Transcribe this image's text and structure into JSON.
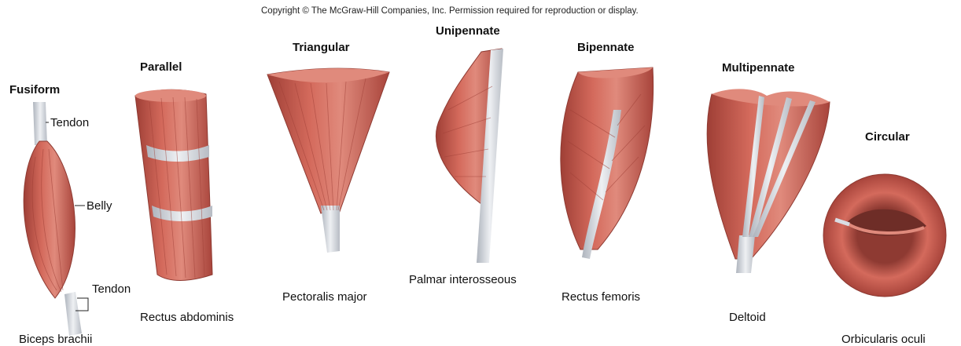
{
  "copyright": "Copyright © The McGraw-Hill Companies, Inc. Permission required for reproduction or display.",
  "colors": {
    "muscle": "#c9584c",
    "muscle_dark": "#a8443b",
    "muscle_light": "#e08a7c",
    "tendon": "#d9dde3"
  },
  "shapes": [
    {
      "title": "Fusiform",
      "example": "Biceps brachii",
      "callouts": [
        "Tendon",
        "Belly",
        "Tendon"
      ]
    },
    {
      "title": "Parallel",
      "example": "Rectus abdominis"
    },
    {
      "title": "Triangular",
      "example": "Pectoralis major"
    },
    {
      "title": "Unipennate",
      "example": "Palmar interosseous"
    },
    {
      "title": "Bipennate",
      "example": "Rectus femoris"
    },
    {
      "title": "Multipennate",
      "example": "Deltoid"
    },
    {
      "title": "Circular",
      "example": "Orbicularis oculi"
    }
  ]
}
